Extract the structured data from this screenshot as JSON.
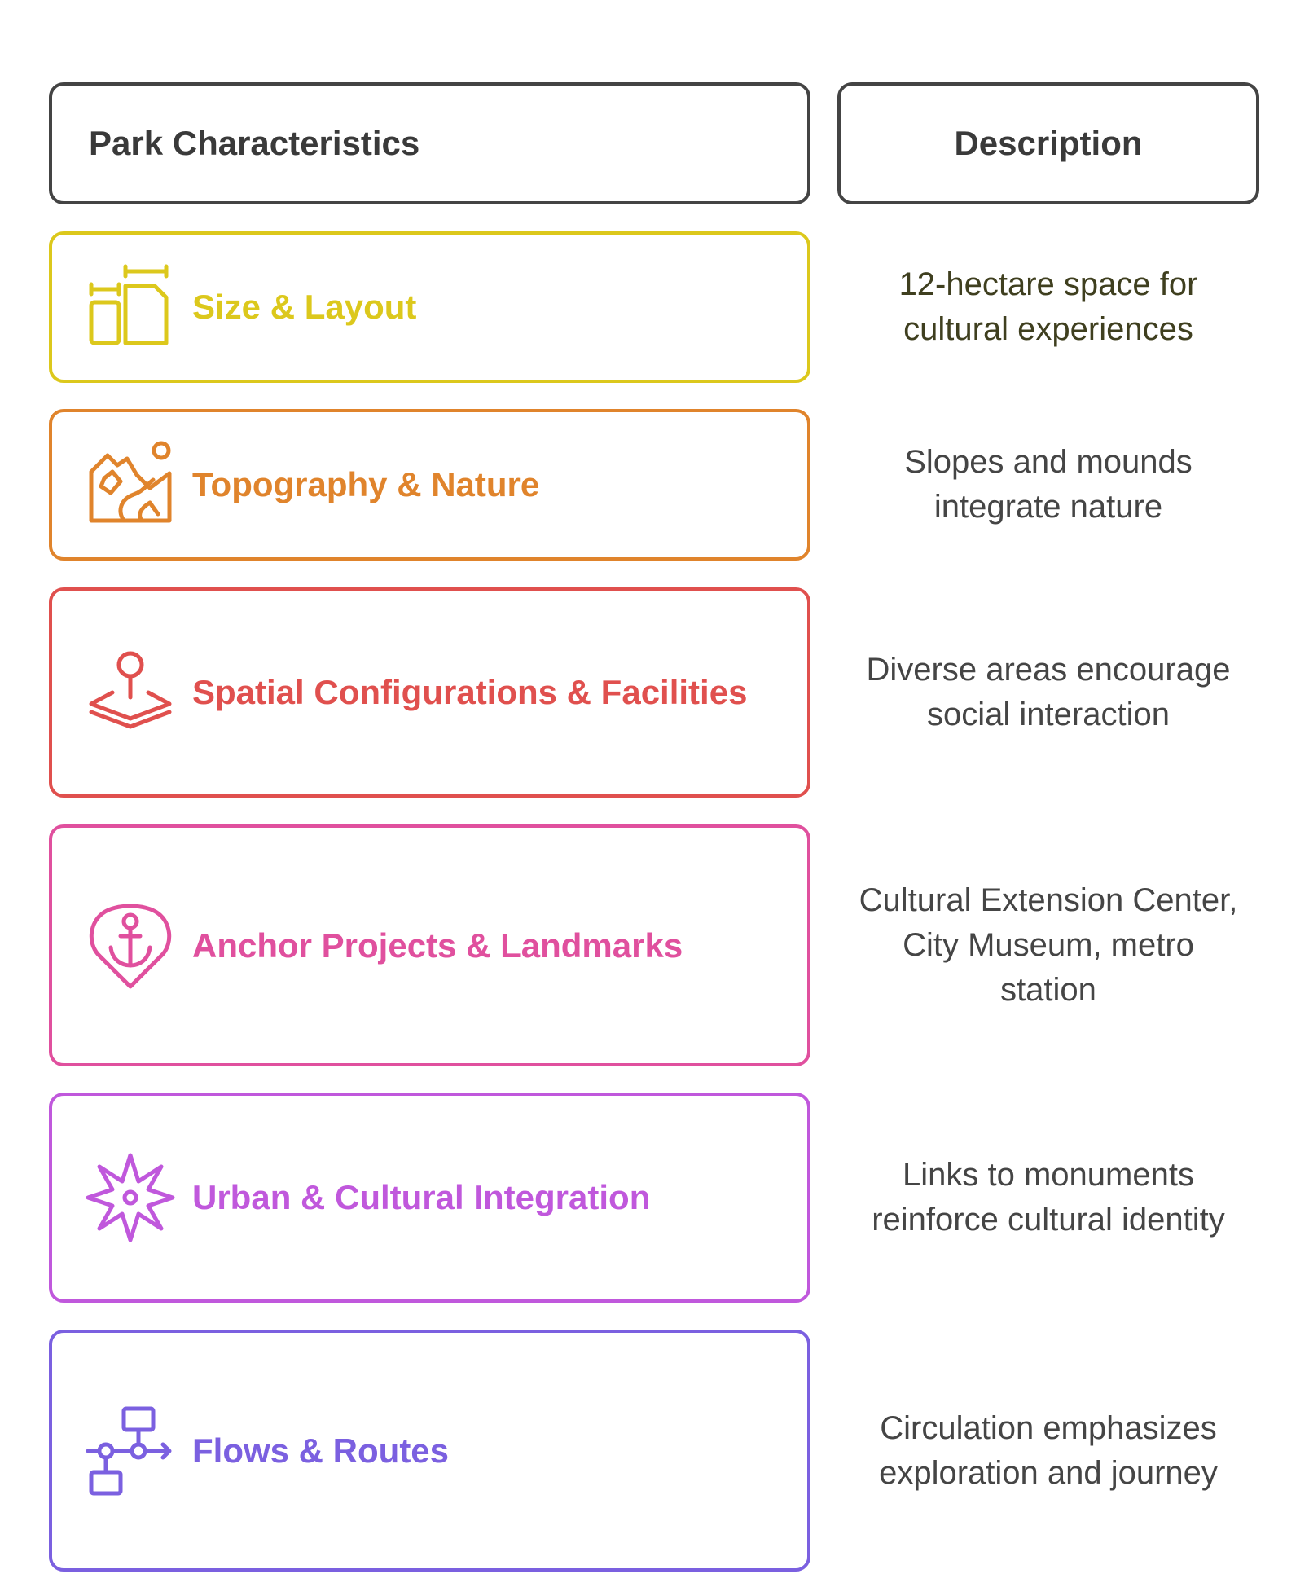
{
  "header": {
    "left": "Park Characteristics",
    "right": "Description"
  },
  "rows": [
    {
      "label": "Size & Layout",
      "description": "12-hectare space for cultural experiences",
      "color": "#DCC81C",
      "desc_color": "#3F3F1F",
      "icon": "size-layout-icon"
    },
    {
      "label": "Topography & Nature",
      "description": "Slopes and mounds integrate nature",
      "color": "#E0842C",
      "icon": "mountain-sun-icon"
    },
    {
      "label": "Spatial Configurations & Facilities",
      "description": "Diverse areas encourage social interaction",
      "color": "#E0504E",
      "icon": "location-pin-layers-icon"
    },
    {
      "label": "Anchor Projects & Landmarks",
      "description": "Cultural Extension Center, City Museum, metro station",
      "color": "#E0509E",
      "icon": "anchor-pin-icon"
    },
    {
      "label": "Urban & Cultural Integration",
      "description": "Links to monuments reinforce cultural identity",
      "color": "#C058DC",
      "icon": "star-compass-icon"
    },
    {
      "label": "Flows & Routes",
      "description": "Circulation emphasizes exploration and journey",
      "color": "#7B60E0",
      "icon": "flow-diagram-icon"
    }
  ]
}
